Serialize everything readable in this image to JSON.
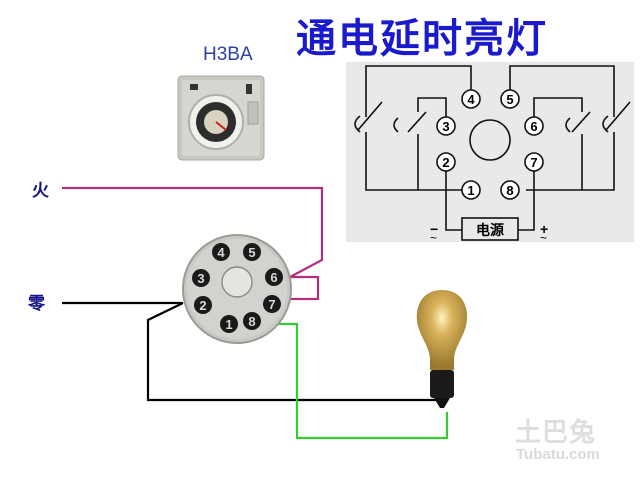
{
  "title": "通电延时亮灯",
  "relay": {
    "model": "H3BA",
    "image": "timer-relay-photo"
  },
  "power_labels": {
    "live": "火",
    "neutral": "零"
  },
  "socket": {
    "pins": [
      "1",
      "2",
      "3",
      "4",
      "5",
      "6",
      "7",
      "8"
    ]
  },
  "schematic": {
    "pins": [
      "1",
      "2",
      "3",
      "4",
      "5",
      "6",
      "7",
      "8"
    ],
    "power_box_label": "电源",
    "minus_symbol": "−",
    "plus_symbol": "+",
    "ac_symbol": "~"
  },
  "wires": {
    "live_color": "#b0307a",
    "neutral_color": "#000000",
    "load_color": "#33cc33"
  },
  "lamp": "light-bulb",
  "watermark": {
    "cn": "土巴兔",
    "en": "Tubatu.com"
  }
}
